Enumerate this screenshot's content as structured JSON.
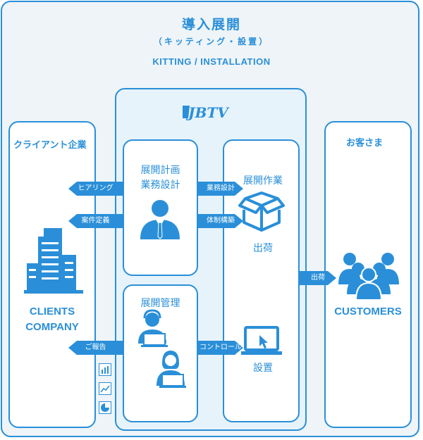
{
  "header": {
    "title": "導入展開",
    "subtitle": "（キッティング・設置）",
    "english": "KITTING  / INSTALLATION"
  },
  "client": {
    "label": "クライアント企業",
    "name_line1": "CLIENTS",
    "name_line2": "COMPANY"
  },
  "customer": {
    "label": "お客さま",
    "name": "CUSTOMERS"
  },
  "center": {
    "logo": "JBTV"
  },
  "plan_box": {
    "line1": "展開計画",
    "line2": "業務設計"
  },
  "ops_box": {
    "title": "展開作業",
    "ship": "出荷",
    "install": "設置"
  },
  "mgmt_box": {
    "title": "展開管理"
  },
  "arrows": {
    "hearing": "ヒアリング",
    "case_definition": "案件定義",
    "report": "ご報告",
    "business_design": "業務設計",
    "structure": "体制構築",
    "control": "コントロール",
    "shipping": "出荷"
  },
  "colors": {
    "accent": "#2a8fd8",
    "panel_bg": "#e6f3fb",
    "outer_bg": "#eef4f8"
  },
  "icons": [
    "building-icon",
    "person-icon",
    "box-icon",
    "operator-icon",
    "laptop-icon",
    "crowd-icon",
    "bar-chart-icon",
    "line-chart-icon",
    "pie-chart-icon",
    "logo-icon"
  ]
}
